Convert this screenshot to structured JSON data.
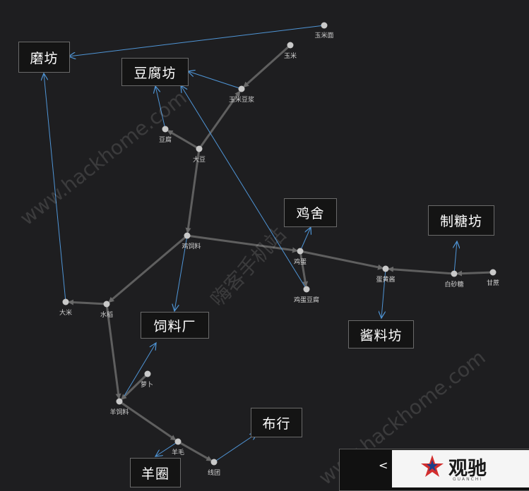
{
  "colors": {
    "background": "#1e1e20",
    "gray_edge": "#5f5f5f",
    "blue_edge": "#4f95d6",
    "node": "#c9c9c9"
  },
  "facilities": [
    {
      "id": "mofang",
      "label": "磨坊"
    },
    {
      "id": "doufufang",
      "label": "豆腐坊"
    },
    {
      "id": "jishe",
      "label": "鸡舍"
    },
    {
      "id": "zhitangfang",
      "label": "制糖坊"
    },
    {
      "id": "siliaochang",
      "label": "饲料厂"
    },
    {
      "id": "jiangliaofang",
      "label": "酱料坊"
    },
    {
      "id": "buhang",
      "label": "布行"
    },
    {
      "id": "yangjuan",
      "label": "羊圈"
    }
  ],
  "items": [
    {
      "id": "yumimian",
      "label": "玉米面"
    },
    {
      "id": "yumi",
      "label": "玉米"
    },
    {
      "id": "yumidoujiang",
      "label": "玉米豆浆"
    },
    {
      "id": "doufu",
      "label": "豆腐"
    },
    {
      "id": "dadou",
      "label": "大豆"
    },
    {
      "id": "jisiliao",
      "label": "鸡饲料"
    },
    {
      "id": "jidan",
      "label": "鸡蛋"
    },
    {
      "id": "jidandoufu",
      "label": "鸡蛋豆腐"
    },
    {
      "id": "danhuangjiang",
      "label": "蛋黄酱"
    },
    {
      "id": "baishatang",
      "label": "白砂糖"
    },
    {
      "id": "ganzhe",
      "label": "甘蔗"
    },
    {
      "id": "dami",
      "label": "大米"
    },
    {
      "id": "shuidao",
      "label": "水稻"
    },
    {
      "id": "luobo",
      "label": "萝卜"
    },
    {
      "id": "yangsiliao",
      "label": "羊饲料"
    },
    {
      "id": "yangmao",
      "label": "羊毛"
    },
    {
      "id": "xiantuan",
      "label": "线团"
    }
  ],
  "edges": [
    {
      "from": "yumi",
      "to": "yumidoujiang",
      "kind": "gray"
    },
    {
      "from": "dadou",
      "to": "yumidoujiang",
      "kind": "gray"
    },
    {
      "from": "dadou",
      "to": "doufu",
      "kind": "gray"
    },
    {
      "from": "dadou",
      "to": "jisiliao",
      "kind": "gray"
    },
    {
      "from": "jisiliao",
      "to": "jidan",
      "kind": "gray"
    },
    {
      "from": "jidan",
      "to": "jidandoufu",
      "kind": "gray"
    },
    {
      "from": "jidan",
      "to": "danhuangjiang",
      "kind": "gray"
    },
    {
      "from": "ganzhe",
      "to": "baishatang",
      "kind": "gray"
    },
    {
      "from": "baishatang",
      "to": "danhuangjiang",
      "kind": "gray"
    },
    {
      "from": "jisiliao",
      "to": "shuidao",
      "kind": "gray"
    },
    {
      "from": "shuidao",
      "to": "dami",
      "kind": "gray"
    },
    {
      "from": "shuidao",
      "to": "yangsiliao",
      "kind": "gray"
    },
    {
      "from": "luobo",
      "to": "yangsiliao",
      "kind": "gray"
    },
    {
      "from": "yangsiliao",
      "to": "yangmao",
      "kind": "gray"
    },
    {
      "from": "yangmao",
      "to": "xiantuan",
      "kind": "gray"
    },
    {
      "from": "yumimian",
      "to": "mofang",
      "kind": "blue"
    },
    {
      "from": "dami",
      "to": "mofang",
      "kind": "blue"
    },
    {
      "from": "yumidoujiang",
      "to": "doufufang",
      "kind": "blue"
    },
    {
      "from": "doufu",
      "to": "doufufang",
      "kind": "blue"
    },
    {
      "from": "jidandoufu",
      "to": "doufufang",
      "kind": "blue"
    },
    {
      "from": "jidan",
      "to": "jishe",
      "kind": "blue"
    },
    {
      "from": "baishatang",
      "to": "zhitangfang",
      "kind": "blue"
    },
    {
      "from": "jisiliao",
      "to": "siliaochang",
      "kind": "blue"
    },
    {
      "from": "yangsiliao",
      "to": "siliaochang",
      "kind": "blue"
    },
    {
      "from": "danhuangjiang",
      "to": "jiangliaofang",
      "kind": "blue"
    },
    {
      "from": "xiantuan",
      "to": "buhang",
      "kind": "blue"
    },
    {
      "from": "yangmao",
      "to": "yangjuan",
      "kind": "blue"
    }
  ],
  "watermarks": [
    "www.hackhome.com",
    "www.hackhome.com",
    "嗨客手机站"
  ],
  "corner_fragment": "<",
  "logo": {
    "text": "观驰",
    "sub": "GUANCHI"
  }
}
